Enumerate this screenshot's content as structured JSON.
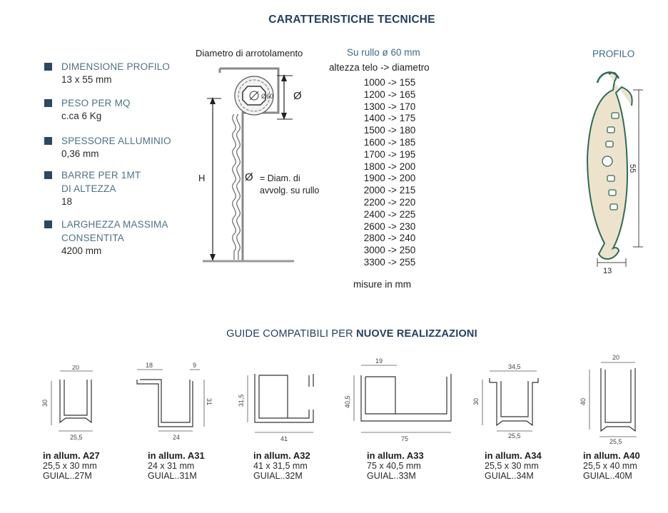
{
  "title": "CARATTERISTICHE TECNICHE",
  "specs": [
    {
      "label": "DIMENSIONE PROFILO",
      "value": "13 x 55 mm"
    },
    {
      "label": "PESO PER MQ",
      "value": "c.ca 6 Kg"
    },
    {
      "label": "SPESSORE ALLUMINIO",
      "value": "0,36 mm"
    },
    {
      "label": "BARRE PER 1MT\nDI ALTEZZA",
      "value": "18"
    },
    {
      "label": "LARGHEZZA MASSIMA\nCONSENTITA",
      "value": "4200 mm"
    }
  ],
  "diagram": {
    "title": "Diametro di arrotolamento",
    "h_label": "H",
    "diam_symbol": "Ø",
    "diam_60": "Ø60",
    "legend_line1": "= Diam. di",
    "legend_line2": "avvolg. su rullo"
  },
  "table": {
    "title": "Su rullo ø 60 mm",
    "header": "altezza telo -> diametro",
    "rows": [
      "1000 -> 155",
      "1200 -> 165",
      "1300 -> 170",
      "1400 -> 175",
      "1500 -> 180",
      "1600 -> 185",
      "1700 -> 195",
      "1800 -> 200",
      "1900 -> 200",
      "2000 -> 215",
      "2200 -> 220",
      "2400 -> 225",
      "2600 -> 230",
      "2800 -> 240",
      "3000 -> 250",
      "3300 -> 255"
    ],
    "note": "misure in mm"
  },
  "profile": {
    "title": "PROFILO",
    "height_label": "55",
    "width_label": "13"
  },
  "guides": {
    "title_plain": "GUIDE COMPATIBILI PER ",
    "title_bold": "NUOVE REALIZZAZIONI",
    "items": [
      {
        "name": "in allum. A27",
        "size": "25,5 x 30 mm",
        "code": "GUIAL..27M",
        "dims": {
          "top": "20",
          "side": "30",
          "bottom": "25,5"
        }
      },
      {
        "name": "in allum. A31",
        "size": "24 x 31 mm",
        "code": "GUIAL..31M",
        "dims": {
          "top_left": "18",
          "top_right": "9",
          "side": "31",
          "bottom": "24"
        }
      },
      {
        "name": "in allum. A32",
        "size": "41 x 31,5 mm",
        "code": "GUIAL..32M",
        "dims": {
          "side": "31,5",
          "bottom": "41"
        }
      },
      {
        "name": "in allum. A33",
        "size": "75 x 40,5 mm",
        "code": "GUIAL..33M",
        "dims": {
          "top": "19",
          "side": "40,5",
          "bottom": "75"
        }
      },
      {
        "name": "in allum. A34",
        "size": "25,5 x 30 mm",
        "code": "GUIAL..34M",
        "dims": {
          "top": "34,5",
          "side": "30",
          "bottom": "25,5"
        }
      },
      {
        "name": "in allum. A40",
        "size": "25,5 x 40 mm",
        "code": "GUIAL..40M",
        "dims": {
          "top": "20",
          "side": "40",
          "bottom": "25,5"
        }
      }
    ]
  },
  "colors": {
    "heading": "#23415f",
    "label": "#4d7385",
    "bullet": "#2b4863",
    "profile_fill": "#ede3cc",
    "profile_stroke": "#2f6b57"
  }
}
